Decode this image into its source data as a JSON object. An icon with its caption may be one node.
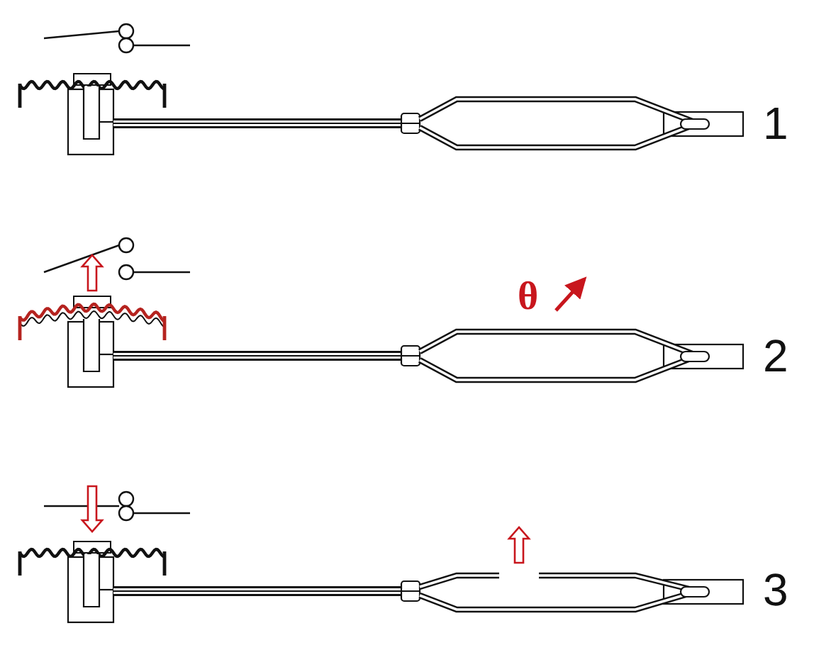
{
  "diagram": {
    "labels": [
      "1",
      "θ",
      "2",
      "3"
    ]
  }
}
